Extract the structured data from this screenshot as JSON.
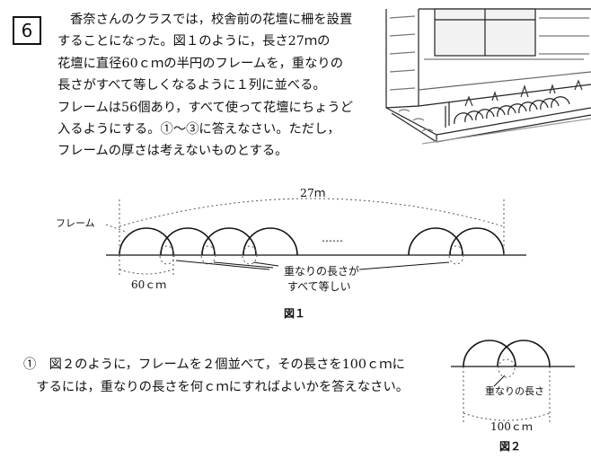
{
  "problem": {
    "number": "6",
    "intro_lines": [
      "香奈さんのクラスでは，校舎前の花壇に柵を設置",
      "することになった。図１のように，長さ27ｍの",
      "花壇に直径60ｃｍの半円のフレームを，重なりの",
      "長さがすべて等しくなるように１列に並べる。",
      "フレームは56個あり，すべて使って花壇にちょうど",
      "入るようにする。①～③に答えなさい。ただし，",
      "フレームの厚さは考えないものとする。"
    ]
  },
  "figure1": {
    "caption": "図１",
    "total_length": "27ｍ",
    "frame_label": "フレーム",
    "width_label": "60ｃｍ",
    "overlap_label_lines": [
      "重なりの長さが",
      "すべて等しい"
    ],
    "ellipsis": "……"
  },
  "question1": {
    "marker": "①",
    "text_lines": [
      "①　図２のように，フレームを２個並べて，その長さを100ｃｍに",
      "　するには，重なりの長さを何ｃｍにすればよいかを答えなさい。"
    ]
  },
  "figure2": {
    "caption": "図２",
    "overlap_label": "重なりの長さ",
    "width_label": "100ｃｍ"
  }
}
